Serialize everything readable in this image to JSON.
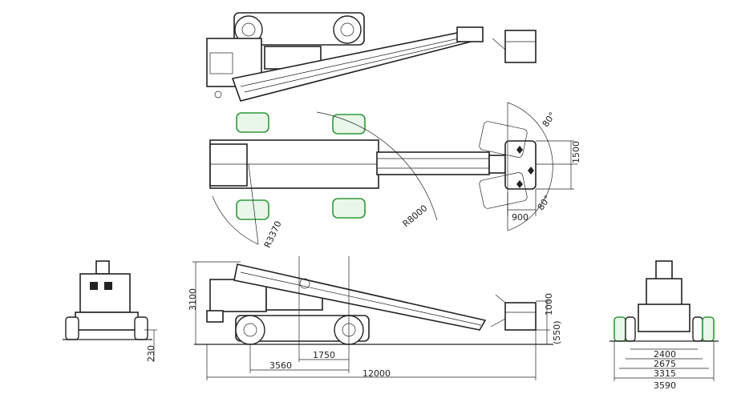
{
  "colors": {
    "line": "#222222",
    "tire_highlight": "#2f9a3a"
  },
  "plan_view": {
    "platform_rotation_left": "80°",
    "platform_rotation_right": "80°",
    "platform_width": "1500",
    "platform_depth": "900",
    "boom_swing_radius": "R8000",
    "tail_swing_radius": "R3370"
  },
  "side_view": {
    "stowed_height": "3100",
    "platform_height": "1000",
    "platform_floor_height": "(550)",
    "wheel_to_turntable": "1750",
    "wheelbase": "3560",
    "overall_length": "12000"
  },
  "front_view": {
    "ground_clearance": "230"
  },
  "rear_view": {
    "widths": [
      "2400",
      "2675",
      "3315",
      "3590"
    ]
  }
}
